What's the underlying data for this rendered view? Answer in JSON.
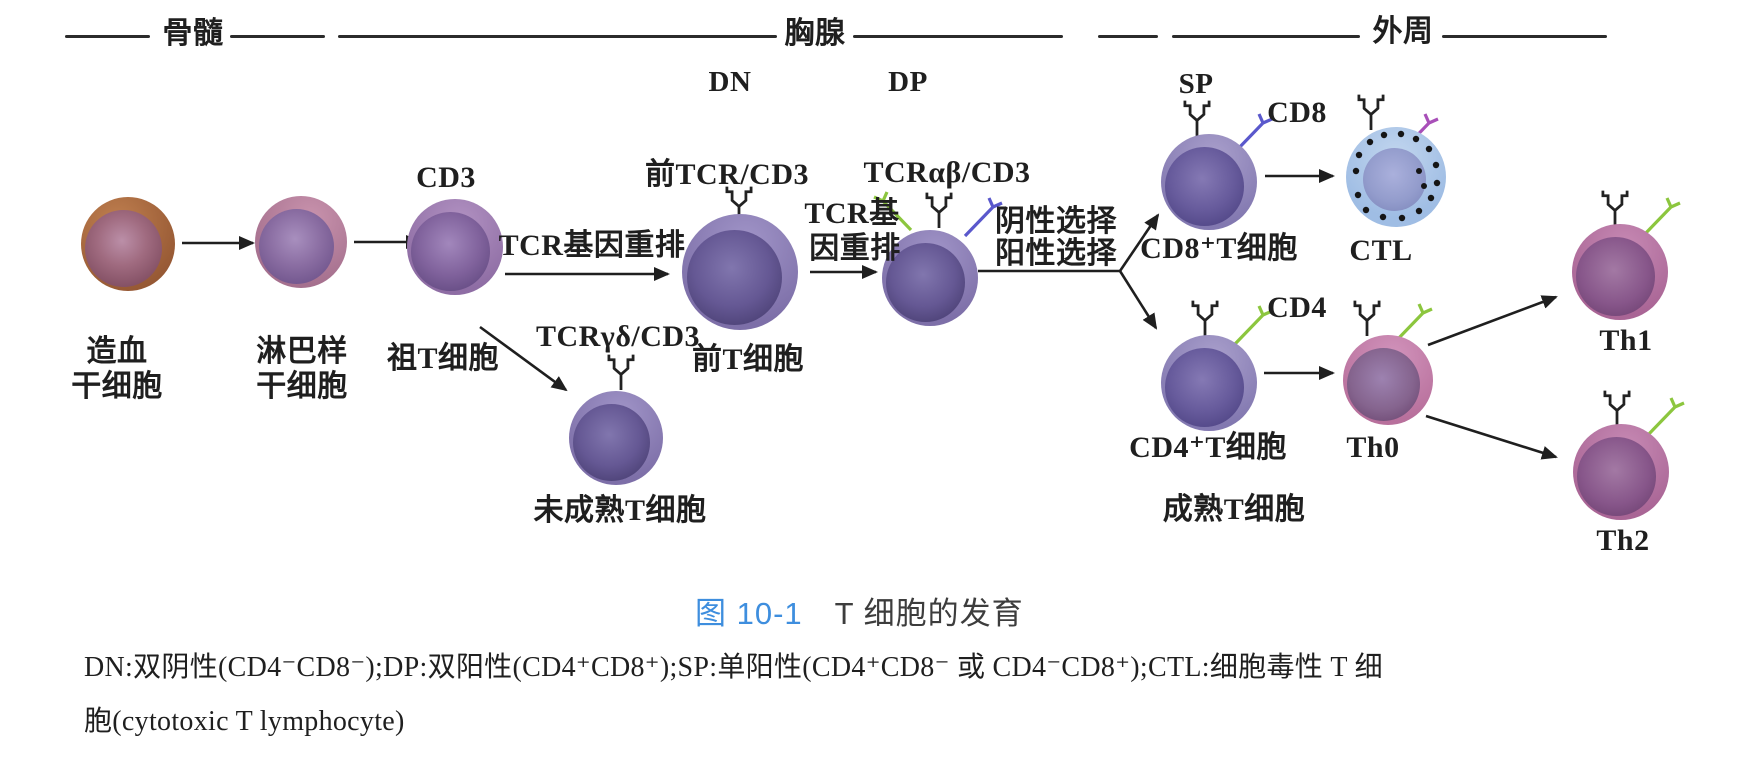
{
  "figure": {
    "caption_number": "图 10-1",
    "caption_title": "T 细胞的发育",
    "footnote_line1": "DN:双阴性(CD4⁻CD8⁻);DP:双阳性(CD4⁺CD8⁺);SP:单阳性(CD4⁺CD8⁻ 或 CD4⁻CD8⁺);CTL:细胞毒性 T 细",
    "footnote_line2": "胞(cytotoxic T lymphocyte)"
  },
  "regions": {
    "bone_marrow": "骨髓",
    "thymus": "胸腺",
    "periphery": "外周"
  },
  "stages": {
    "dn": "DN",
    "dp": "DP",
    "sp": "SP"
  },
  "cells": {
    "hsc_label": "造血\n干细胞",
    "lymphoid_label": "淋巴样\n干细胞",
    "pro_t_label": "祖T细胞",
    "pre_t_label": "前T细胞",
    "immature_t_label": "未成熟T细胞",
    "cd8_t_label": "CD8⁺T细胞",
    "ctl_label": "CTL",
    "cd4_t_label": "CD4⁺T细胞",
    "th0_label": "Th0",
    "mature_t_label": "成熟T细胞",
    "th1_label": "Th1",
    "th2_label": "Th2"
  },
  "markers": {
    "cd3": "CD3",
    "pre_tcr_cd3": "前TCR/CD3",
    "tcr_gd_cd3": "TCRγδ/CD3",
    "tcr_ab_cd3": "TCRαβ/CD3",
    "cd8": "CD8",
    "cd4": "CD4"
  },
  "processes": {
    "tcr_gene_rearrangement": "TCR基因重排",
    "tcr_gene_rearrangement_l1": "TCR基",
    "tcr_gene_rearrangement_l2": "因重排",
    "negative_selection": "阴性选择",
    "positive_selection": "阳性选择"
  },
  "colors": {
    "ink": "#1f1f1f",
    "caption_blue": "#3e8ede",
    "caption_text": "#3d3d3d",
    "receptor_green": "#8cc63e",
    "receptor_blue": "#5a58cc",
    "receptor_purple": "#a84fb8"
  }
}
